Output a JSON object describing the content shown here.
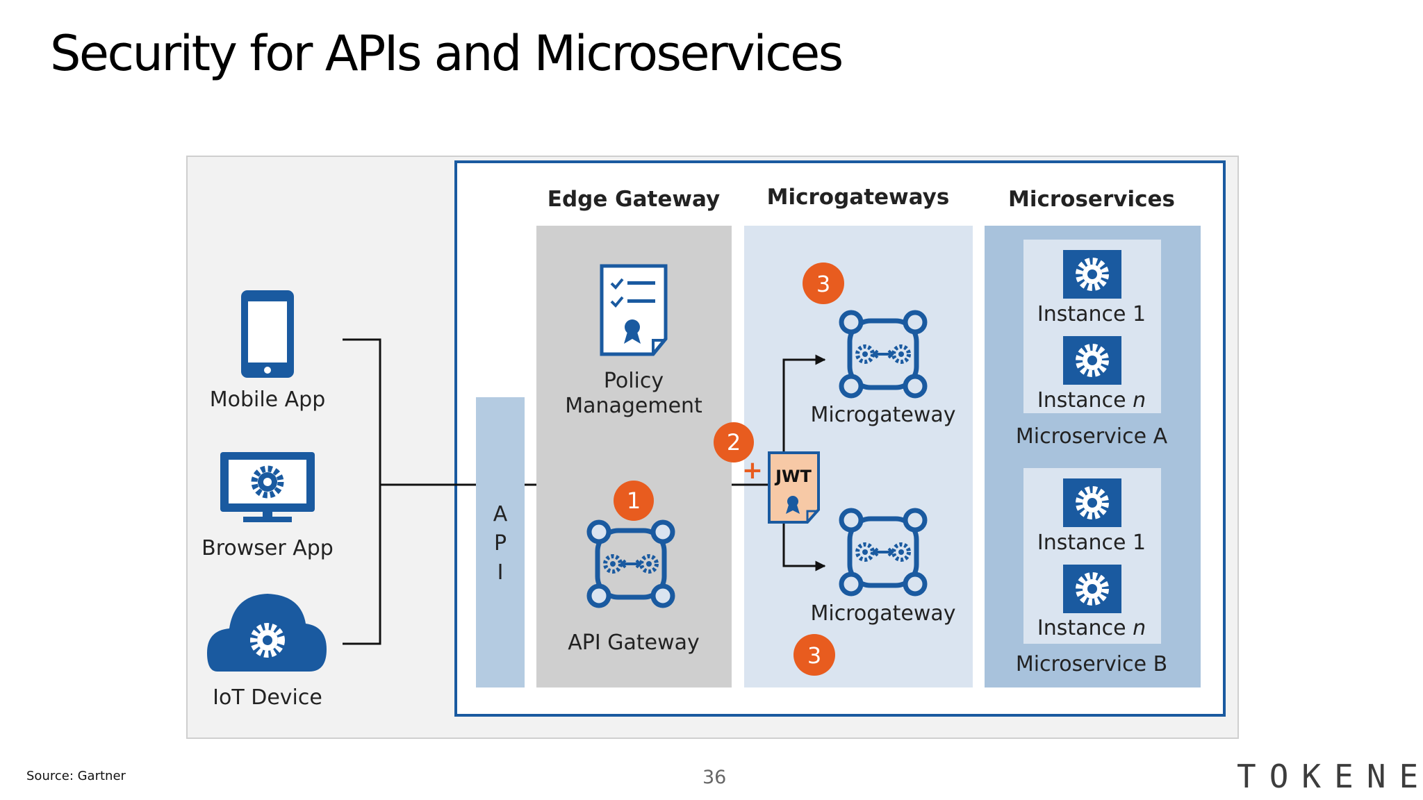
{
  "slide": {
    "title": "Security for APIs and Microservices",
    "source": "Source: Gartner",
    "page_number": "36",
    "brand_logo": "TOKENEX"
  },
  "diagram": {
    "clients": [
      {
        "label": "Mobile App",
        "icon": "mobile-phone-icon"
      },
      {
        "label": "Browser App",
        "icon": "monitor-gear-icon"
      },
      {
        "label": "IoT Device",
        "icon": "cloud-gear-icon"
      }
    ],
    "api_bar": {
      "letters": [
        "A",
        "P",
        "I"
      ]
    },
    "edge_gateway": {
      "heading": "Edge Gateway",
      "policy_label_lines": [
        "Policy",
        "Management"
      ],
      "api_gateway_label": "API Gateway",
      "step_badge": "1"
    },
    "microgateways": {
      "heading": "Microgateways",
      "items": [
        {
          "label": "Microgateway",
          "step_badge": "3"
        },
        {
          "label": "Microgateway",
          "step_badge": "3"
        }
      ],
      "token_step_badge": "2",
      "token_label": "JWT",
      "plus_sign": "+"
    },
    "microservices": {
      "heading": "Microservices",
      "groups": [
        {
          "name": "Microservice A",
          "instances": [
            {
              "prefix": "Instance ",
              "suffix": "1"
            },
            {
              "prefix": "Instance ",
              "suffix": "n"
            }
          ]
        },
        {
          "name": "Microservice B",
          "instances": [
            {
              "prefix": "Instance ",
              "suffix": "1"
            },
            {
              "prefix": "Instance ",
              "suffix": "n"
            }
          ]
        }
      ]
    },
    "colors": {
      "outer_panel": "#f2f2f2",
      "frame_border": "#1a5aa0",
      "edge_column": "#cfcfcf",
      "micro_column": "#dae4f0",
      "services_column": "#a8c2dc",
      "api_bar": "#b4cbe1",
      "icon_blue": "#1a5aa0",
      "badge_orange": "#e85c1f",
      "jwt_fill": "#f7c9a6"
    }
  }
}
